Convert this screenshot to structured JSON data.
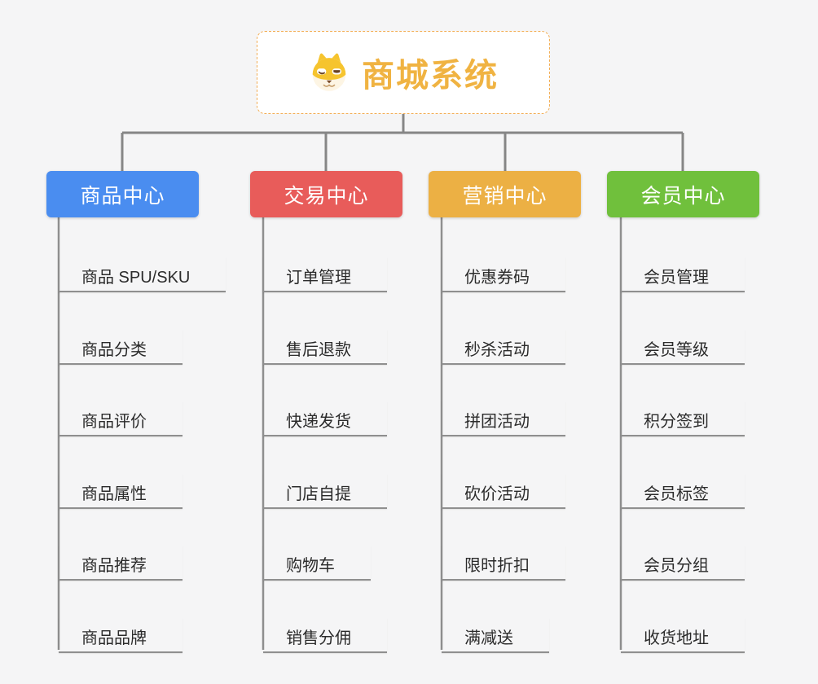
{
  "root": {
    "title": "商城系统",
    "icon": "dog-icon"
  },
  "branches": [
    {
      "label": "商品中心",
      "color": "#4a8df0",
      "items": [
        "商品 SPU/SKU",
        "商品分类",
        "商品评价",
        "商品属性",
        "商品推荐",
        "商品品牌"
      ]
    },
    {
      "label": "交易中心",
      "color": "#e85c5a",
      "items": [
        "订单管理",
        "售后退款",
        "快递发货",
        "门店自提",
        "购物车",
        "销售分佣"
      ]
    },
    {
      "label": "营销中心",
      "color": "#ecb044",
      "items": [
        "优惠券码",
        "秒杀活动",
        "拼团活动",
        "砍价活动",
        "限时折扣",
        "满减送"
      ]
    },
    {
      "label": "会员中心",
      "color": "#70c03c",
      "items": [
        "会员管理",
        "会员等级",
        "积分签到",
        "会员标签",
        "会员分组",
        "收货地址"
      ]
    }
  ],
  "colors": {
    "background": "#f5f5f6",
    "connector": "#868686",
    "root_border": "#f2ad54",
    "root_text": "#f0b342",
    "leaf_text": "#2b2b2b",
    "leaf_line": "#8f8f8f"
  }
}
